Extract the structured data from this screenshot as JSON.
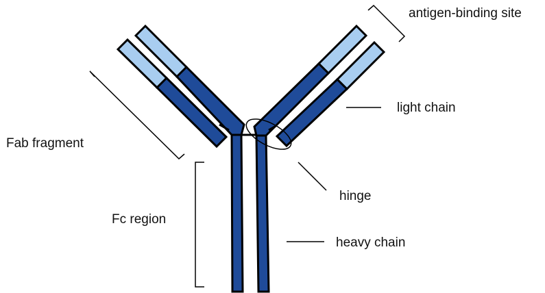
{
  "labels": {
    "antigen_binding_site": "antigen-binding site",
    "light_chain": "light chain",
    "fab_fragment": "Fab fragment",
    "hinge": "hinge",
    "fc_region": "Fc region",
    "heavy_chain": "heavy chain"
  },
  "colors": {
    "heavy_chain": "#1f4b99",
    "variable_region": "#a8cdf0",
    "outline": "#000000",
    "background": "#ffffff"
  }
}
